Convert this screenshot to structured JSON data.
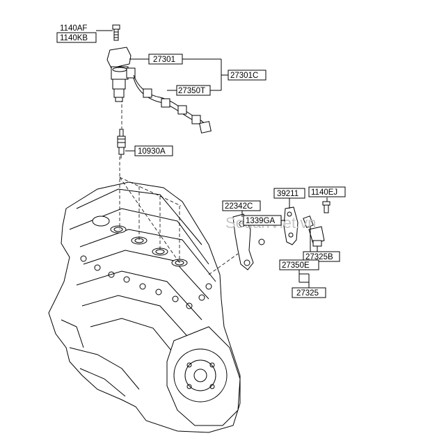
{
  "labels": {
    "l1140af": "1140AF",
    "l1140kb": "1140KB",
    "l27301": "27301",
    "l27301c": "27301C",
    "l27350t": "27350T",
    "l10930a": "10930A",
    "l22342c": "22342C",
    "l39211": "39211",
    "l1140ej": "1140EJ",
    "l1339ga": "1339GA",
    "l27325b": "27325B",
    "l27350e": "27350E",
    "l27325": "27325"
  },
  "watermark": "SedanViet.vn"
}
